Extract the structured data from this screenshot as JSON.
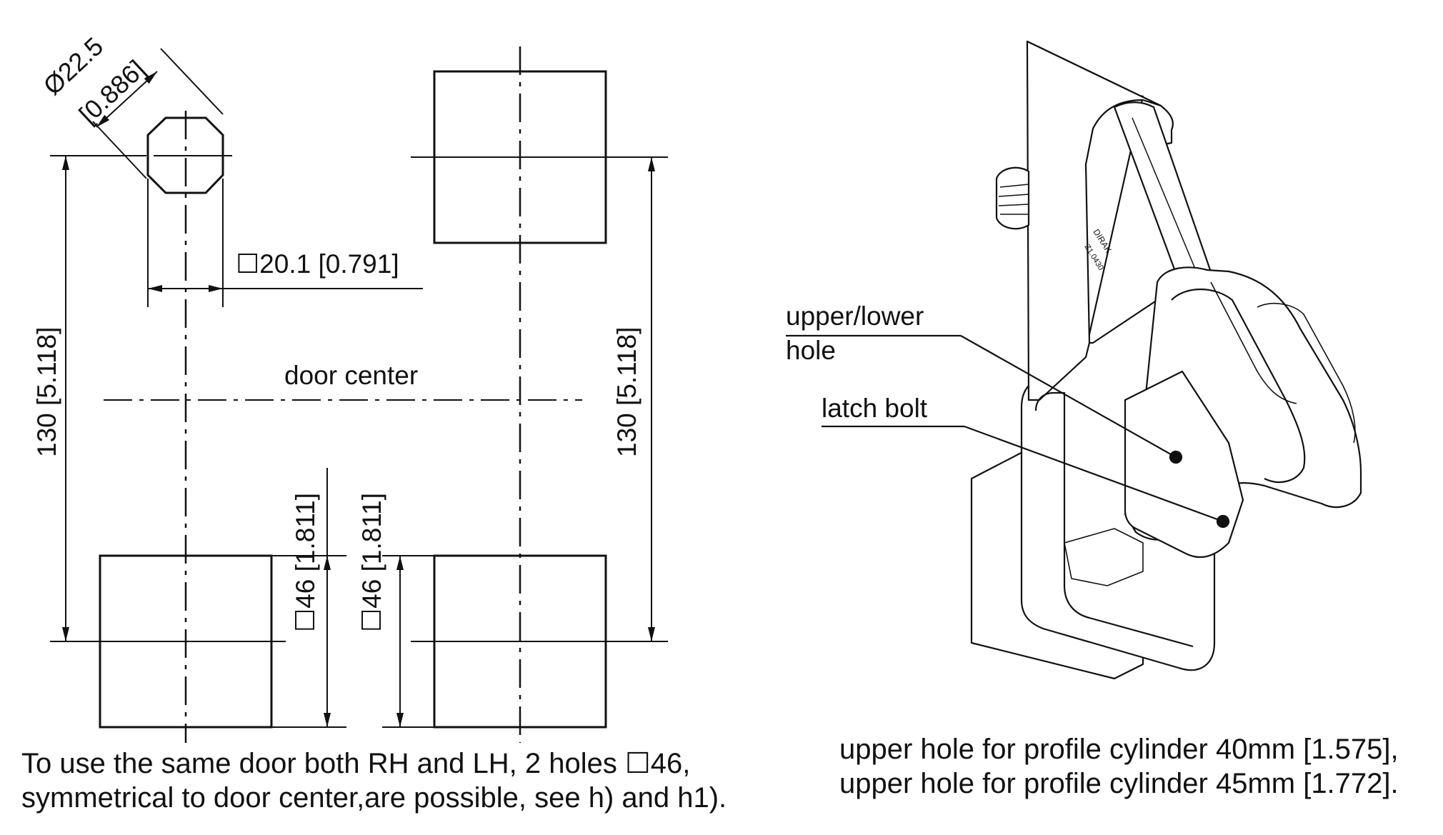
{
  "drawing": {
    "dimensions": {
      "diameter": "Ø22.5",
      "diameter_inch": "[0.886]",
      "square_small": "☐20.1 [0.791]",
      "height_left": "130 [5.118]",
      "height_right": "130 [5.118]",
      "square_46_a": "☐46 [1.811]",
      "square_46_b": "☐46 [1.811]"
    },
    "labels": {
      "door_center": "door center"
    },
    "caption_lines": [
      "To use the same door both RH and LH, 2 holes ☐46,",
      "symmetrical to door center,are possible, see h) and h1)."
    ]
  },
  "product": {
    "callouts": {
      "upper_lower_line1": "upper/lower",
      "upper_lower_line2": "hole",
      "latch_bolt": "latch bolt"
    },
    "logo_text": "DIRAK",
    "part_code": "Z1.0430",
    "caption_lines": [
      "upper hole for profile cylinder 40mm [1.575],",
      "upper hole for profile cylinder 45mm [1.772]."
    ]
  },
  "colors": {
    "line": "#111111",
    "background": "#ffffff"
  }
}
